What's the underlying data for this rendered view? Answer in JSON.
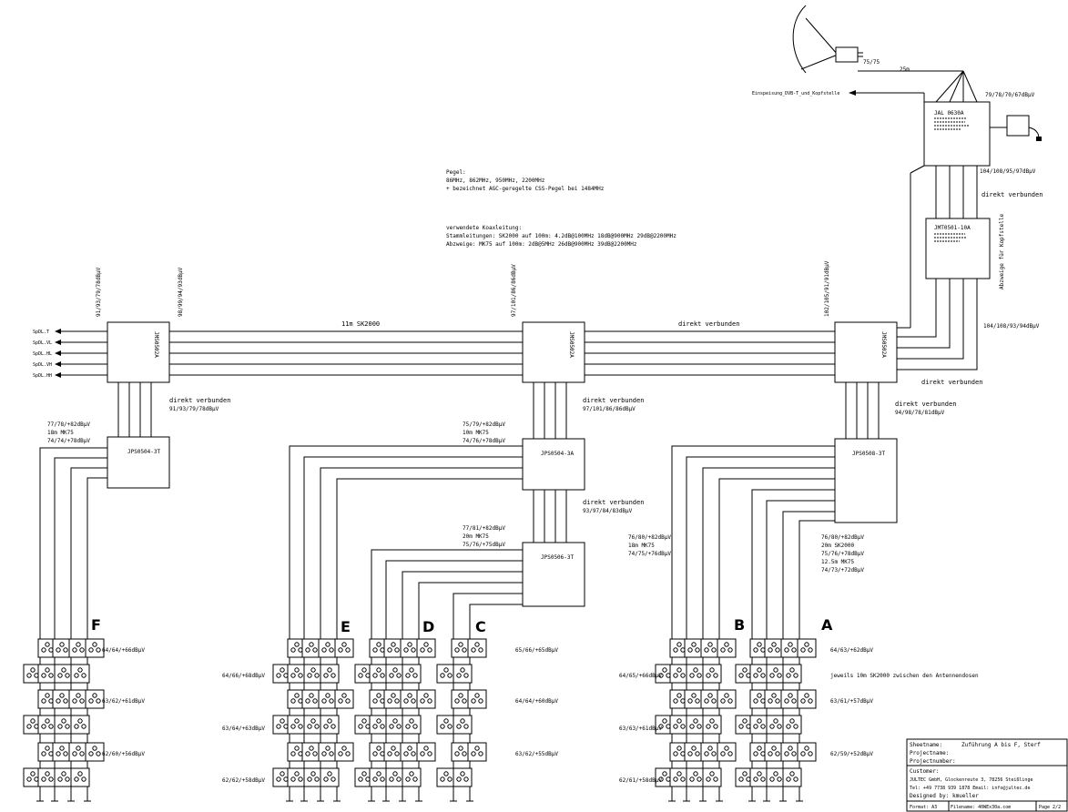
{
  "dish": {
    "label": "75/75",
    "cable_label": "25m"
  },
  "feed": {
    "label": "Einspeisung_DVB-T_und_Kopfstelle"
  },
  "header_unit": {
    "name": "JAL 0630A",
    "levels": "79/78/70/67dBµV",
    "below_levels": "104/108/95/97dBµV",
    "note_right": "direkt verbunden"
  },
  "amp": {
    "name": "JMT0501-10A",
    "side_label": "Abzweige für Kopfstelle"
  },
  "right_multiswitch_levels": "104/108/93/94dBµV",
  "right_bottom_note": "direkt verbunden",
  "pegel_note": [
    "Pegel:",
    "86MHz, 862MHz, 950MHz, 2200MHz",
    "+ bezeichnet AGC-geregelte CSS-Pegel bei 1484MHz"
  ],
  "cable_note": [
    "verwendete Koaxleitung:",
    "Stammleitungen: SK2000 auf 100m: 4.2dB@100MHz 18dB@900MHz 29dB@2200MHz",
    "Abzweige: MK75 auf 100m: 2dB@5MHz 26dB@900MHz 39dB@2200MHz"
  ],
  "trunk": {
    "left_levels_a": "91/93/79/78dBµV",
    "left_levels_b": "98/99/94/93dBµV",
    "mid_levels": "97/101/86/86dBµV",
    "right_levels": "102/105/91/91dBµV",
    "span1": "11m SK2000",
    "span2": "direkt verbunden"
  },
  "outputs_left": [
    "SpDL.T",
    "SpDL.VL",
    "SpDL.HL",
    "SpDL.VH",
    "SpDL.HH"
  ],
  "multiswitch_names": [
    "JMS0502A",
    "JMS0502A",
    "JMS0502A"
  ],
  "splits": [
    {
      "note": "direkt verbunden",
      "levels": "91/93/79/78dBµV"
    },
    {
      "note": "direkt verbunden",
      "levels": "97/101/86/86dBµV"
    },
    {
      "note": "direkt verbunden",
      "levels": "94/98/78/81dBµV"
    }
  ],
  "switches": {
    "s1": {
      "name": "JPS0504-3T",
      "lines": [
        "77/78/+82dBµV",
        "18m MK75",
        "74/74/+78dBµV"
      ]
    },
    "s2": {
      "name": "JPS0504-3A",
      "lines": [
        "75/79/+82dBµV",
        "10m MK75",
        "74/76/+78dBµV"
      ]
    },
    "s2b_note": "direkt verbunden",
    "s2b_levels": "93/97/84/83dBµV",
    "s3": {
      "name": "JPS0506-3T",
      "lines": [
        "77/81/+82dBµV",
        "20m MK75",
        "75/76/+75dBµV"
      ]
    },
    "s4": {
      "name": "JPS0508-3T",
      "lines": [
        "76/80/+82dBµV",
        "20m SK2000",
        "75/76/+78dBµV",
        "12.5m MK75",
        "74/73/+72dBµV"
      ]
    },
    "sB": {
      "lines": [
        "76/80/+82dBµV",
        "18m MK75",
        "74/75/+76dBµV"
      ]
    }
  },
  "groups": [
    "F",
    "E",
    "D",
    "C",
    "B",
    "A"
  ],
  "socket_levels": {
    "F": [
      "64/64/+66dBµV",
      "63/62/+61dBµV",
      "62/60/+56dBµV"
    ],
    "E": [
      "64/66/+68dBµV",
      "63/64/+63dBµV",
      "62/62/+58dBµV"
    ],
    "C": [
      "65/66/+65dBµV",
      "64/64/+60dBµV",
      "63/62/+55dBµV"
    ],
    "B": [
      "64/65/+66dBµV",
      "63/63/+61dBµV",
      "62/61/+58dBµV"
    ],
    "A": [
      "64/63/+62dBµV",
      "63/61/+57dBµV",
      "62/59/+52dBµV"
    ]
  },
  "socket_note": "jeweils 10m SK2000 zwischen den Antennendosen",
  "title_block": {
    "sheetname_label": "Sheetname:",
    "sheetname": "Zuführung A bis F, Sterf",
    "projectname": "Projectname:",
    "projectnumber": "Projectnumber:",
    "customer": "Customer:",
    "company": "JULTEC GmbH, Glockenreute 3, 78256 Steißlinge",
    "tel": "Tel: +49 7738 939 1878  Email: info@jultec.de",
    "designed": "Designed by: kmueller",
    "format": "Format: A3",
    "filename": "Filename: 40WEx30a.com",
    "page": "Page 2/2"
  }
}
